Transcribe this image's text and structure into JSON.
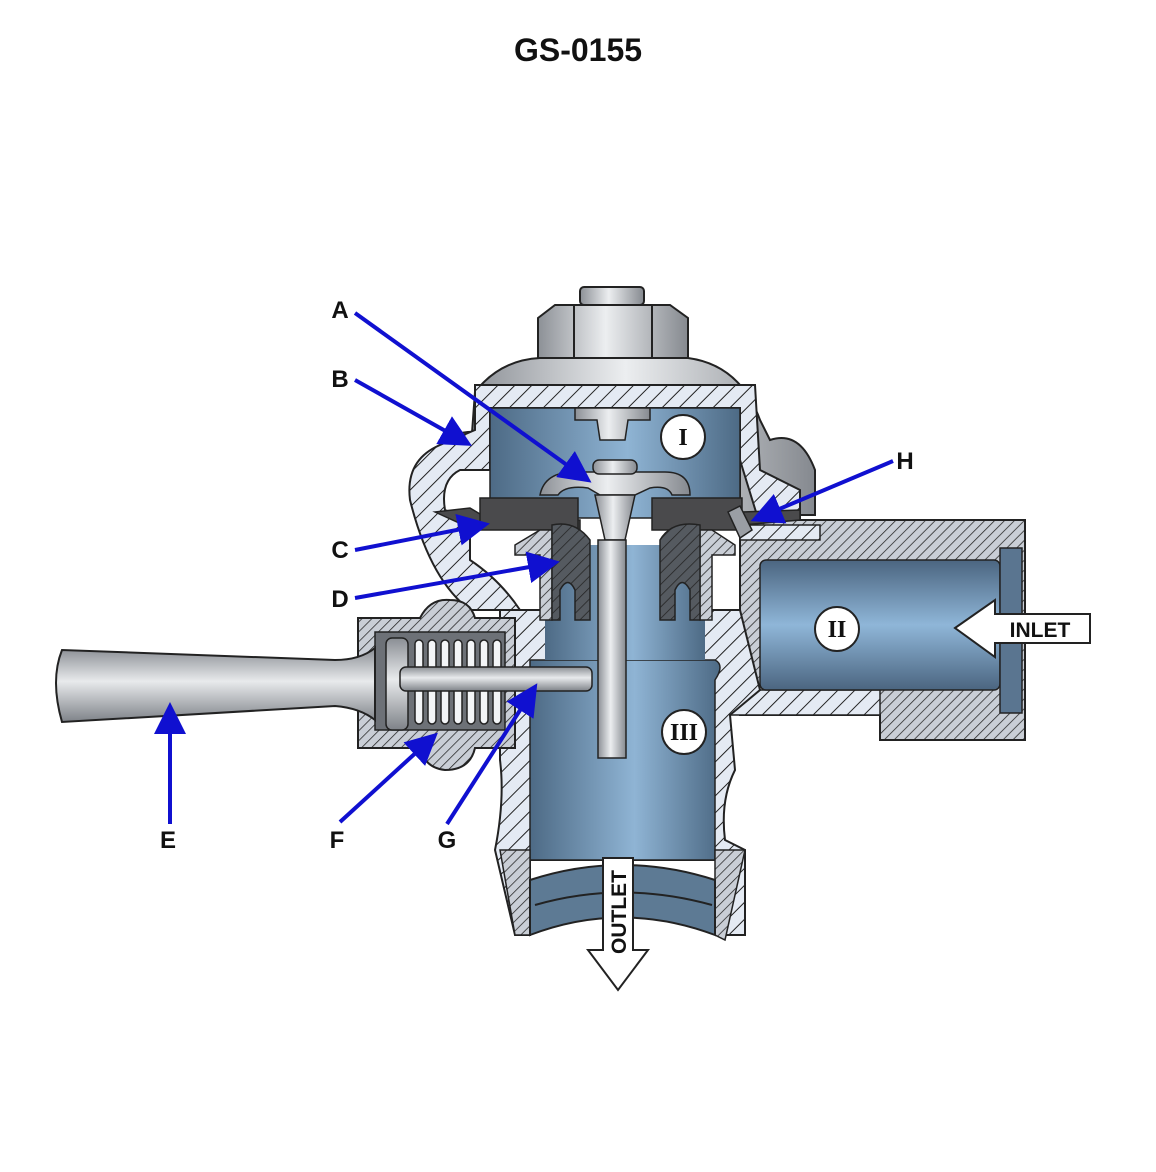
{
  "title": "GS-0155",
  "callouts": [
    {
      "letter": "A",
      "target": "valve stem top / relief valve"
    },
    {
      "letter": "B",
      "target": "valve body cover"
    },
    {
      "letter": "C",
      "target": "diaphragm"
    },
    {
      "letter": "D",
      "target": "valve seat"
    },
    {
      "letter": "E",
      "target": "handle"
    },
    {
      "letter": "F",
      "target": "handle spring"
    },
    {
      "letter": "G",
      "target": "plunger"
    },
    {
      "letter": "H",
      "target": "bypass orifice"
    }
  ],
  "chambers": {
    "I": "I",
    "II": "II",
    "III": "III"
  },
  "flow": {
    "inlet": "INLET",
    "outlet": "OUTLET"
  },
  "colors": {
    "arrow": "#1010d0",
    "water": "#7fa4c4",
    "water_dark": "#4d6d88",
    "wall": "#dfe6f0",
    "metal": "#c4c7cb",
    "gasket": "#4a4a4c"
  }
}
